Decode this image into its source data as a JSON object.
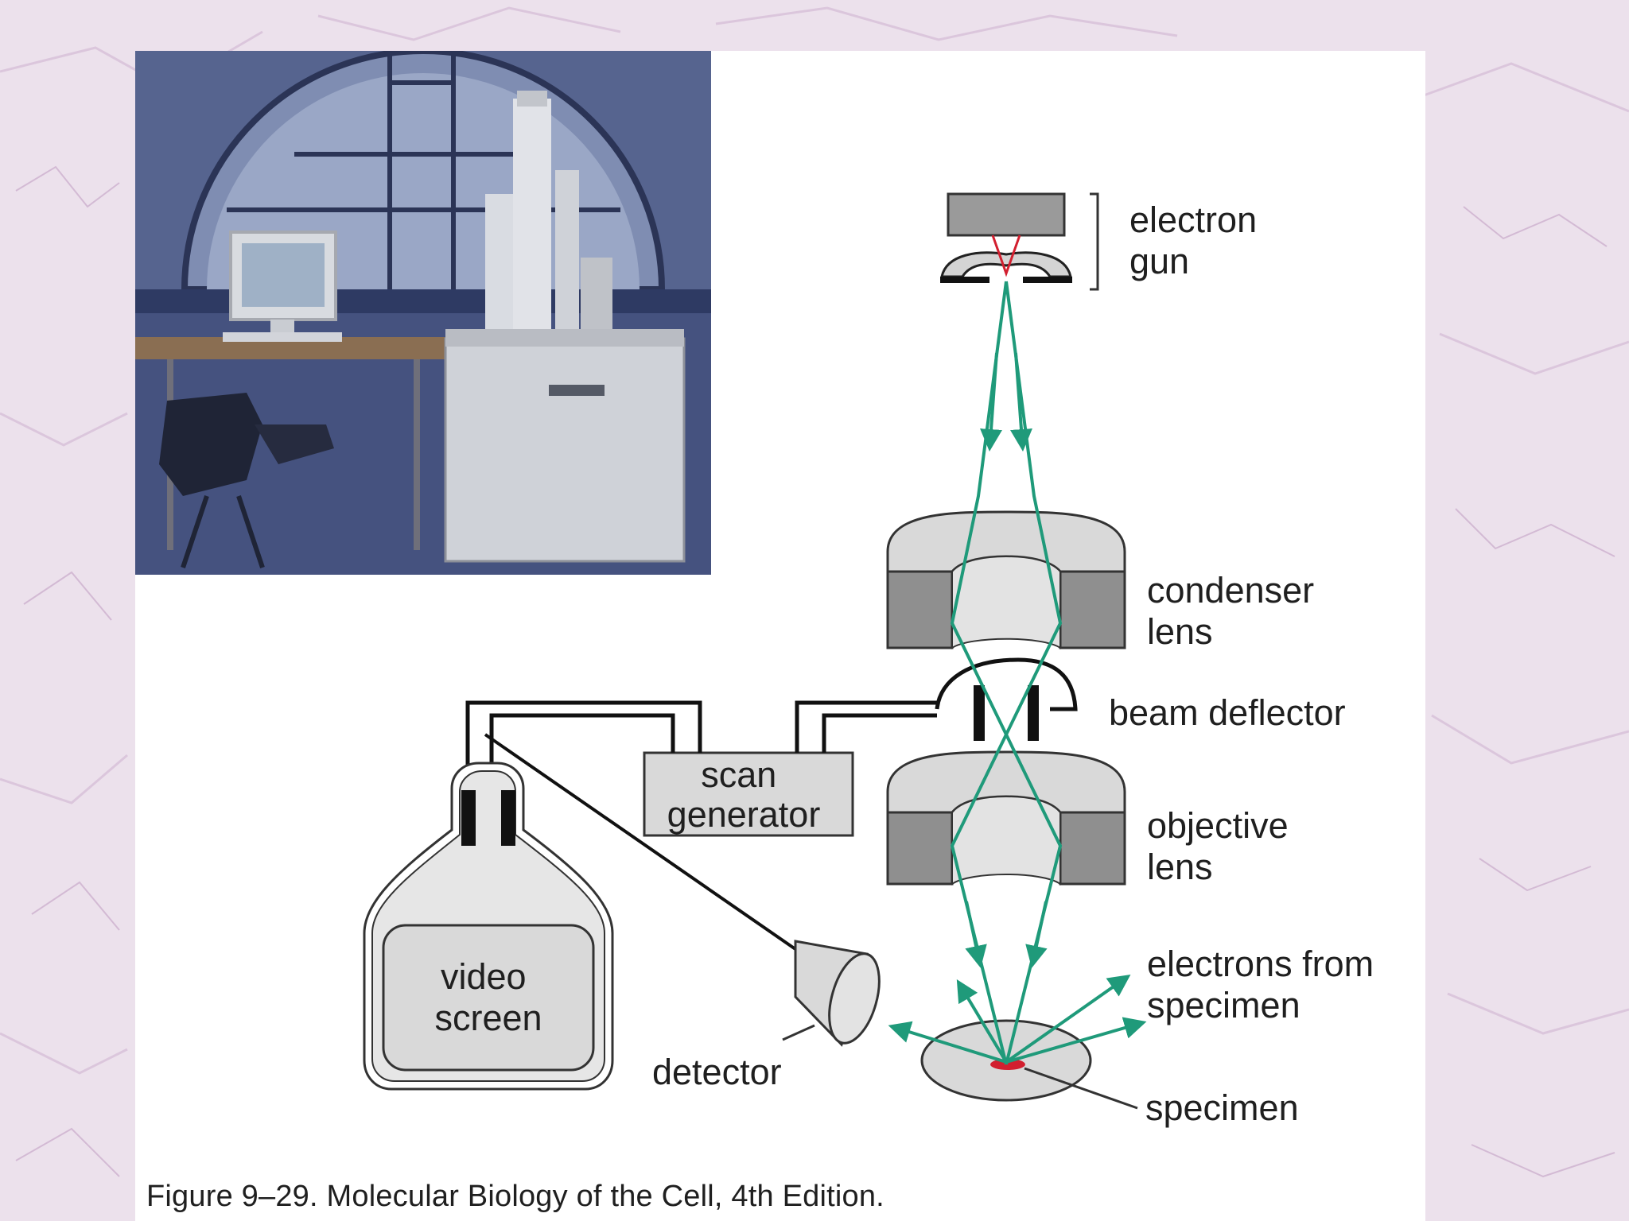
{
  "figure": {
    "caption": "Figure 9–29. Molecular Biology of the Cell, 4th Edition.",
    "photo": {
      "name": "scanning-electron-microscope-photo",
      "description_hidden": false
    },
    "labels": {
      "electron_gun": [
        "electron",
        "gun"
      ],
      "condenser_lens": [
        "condenser",
        "lens"
      ],
      "beam_deflector": [
        "beam deflector"
      ],
      "objective_lens": [
        "objective",
        "lens"
      ],
      "electrons_from_specimen": [
        "electrons from",
        "specimen"
      ],
      "specimen": [
        "specimen"
      ],
      "scan_generator": [
        "scan",
        "generator"
      ],
      "video_screen": [
        "video",
        "screen"
      ],
      "detector": [
        "detector"
      ]
    },
    "colors": {
      "beam": "#1f9a7a",
      "lens_fill": "#8f8f8f",
      "lens_light": "#d9d9d9",
      "specimen": "#d21f2f",
      "background": "#ece1ec"
    }
  }
}
